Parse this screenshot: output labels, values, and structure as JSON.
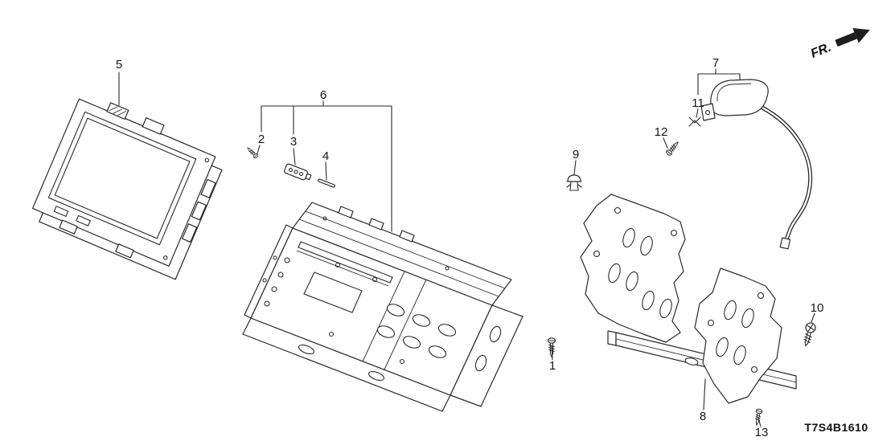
{
  "diagram": {
    "code": "T7S4B1610",
    "direction_label": "FR.",
    "callouts": {
      "c1": "1",
      "c2": "2",
      "c3": "3",
      "c4": "4",
      "c5": "5",
      "c6": "6",
      "c7": "7",
      "c8": "8",
      "c9": "9",
      "c10": "10",
      "c11": "11",
      "c12": "12",
      "c13": "13"
    }
  }
}
